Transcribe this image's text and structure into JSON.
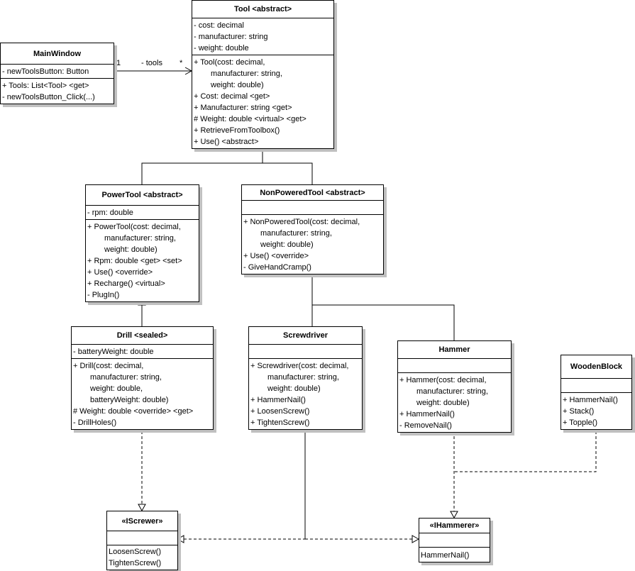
{
  "diagram": {
    "type": "UML class diagram",
    "classes": {
      "mainwindow": {
        "name": "MainWindow",
        "attributes": [
          "- newToolsButton: Button"
        ],
        "operations": [
          "+ Tools: List<Tool> <get>",
          "- newToolsButton_Click(...)"
        ]
      },
      "tool": {
        "name": "Tool <abstract>",
        "attributes": [
          "- cost: decimal",
          "- manufacturer: string",
          "- weight: double"
        ],
        "operations": [
          "+ Tool(cost: decimal,",
          "manufacturer: string,",
          "weight: double)",
          "+ Cost: decimal <get>",
          "+ Manufacturer: string <get>",
          "# Weight: double <virtual> <get>",
          "+ RetrieveFromToolbox()",
          "+ Use() <abstract>"
        ]
      },
      "powertool": {
        "name": "PowerTool <abstract>",
        "attributes": [
          "- rpm: double"
        ],
        "operations": [
          "+ PowerTool(cost: decimal,",
          "manufacturer: string,",
          "weight: double)",
          "+ Rpm: double <get> <set>",
          "+ Use() <override>",
          "+ Recharge() <virtual>",
          "- PlugIn()"
        ]
      },
      "nonpoweredtool": {
        "name": "NonPoweredTool <abstract>",
        "attributes": [],
        "operations": [
          "+ NonPoweredTool(cost: decimal,",
          "manufacturer: string,",
          "weight: double)",
          "+ Use() <override>",
          "- GiveHandCramp()"
        ]
      },
      "drill": {
        "name": "Drill <sealed>",
        "attributes": [
          "- batteryWeight: double"
        ],
        "operations": [
          "+ Drill(cost: decimal,",
          "manufacturer: string,",
          "weight: double,",
          "batteryWeight: double)",
          "# Weight: double <override> <get>",
          "- DrillHoles()"
        ]
      },
      "screwdriver": {
        "name": "Screwdriver",
        "attributes": [],
        "operations": [
          "+ Screwdriver(cost: decimal,",
          "manufacturer: string,",
          "weight: double)",
          "+ HammerNail()",
          "+ LoosenScrew()",
          "+ TightenScrew()"
        ]
      },
      "hammer": {
        "name": "Hammer",
        "attributes": [],
        "operations": [
          "+ Hammer(cost: decimal,",
          "manufacturer: string,",
          "weight: double)",
          "+ HammerNail()",
          "- RemoveNail()"
        ]
      },
      "woodenblock": {
        "name": "WoodenBlock",
        "attributes": [],
        "operations": [
          "+ HammerNail()",
          "+ Stack()",
          "+ Topple()"
        ]
      },
      "iscrewer": {
        "name": "«IScrewer»",
        "attributes": [],
        "operations": [
          "LoosenScrew()",
          "TightenScrew()"
        ]
      },
      "ihammerer": {
        "name": "«IHammerer»",
        "attributes": [],
        "operations": [
          "HammerNail()"
        ]
      }
    },
    "association": {
      "from": "MainWindow",
      "to": "Tool",
      "role": "- tools",
      "source_multiplicity": "1",
      "target_multiplicity": "*"
    },
    "generalizations": [
      {
        "child": "PowerTool",
        "parent": "Tool"
      },
      {
        "child": "NonPoweredTool",
        "parent": "Tool"
      },
      {
        "child": "Drill",
        "parent": "PowerTool"
      },
      {
        "child": "Screwdriver",
        "parent": "NonPoweredTool"
      },
      {
        "child": "Hammer",
        "parent": "NonPoweredTool"
      }
    ],
    "realizations": [
      {
        "class": "Drill",
        "interface": "IScrewer"
      },
      {
        "class": "Screwdriver",
        "interface": "IScrewer"
      },
      {
        "class": "Screwdriver",
        "interface": "IHammerer"
      },
      {
        "class": "Hammer",
        "interface": "IHammerer"
      },
      {
        "class": "WoodenBlock",
        "interface": "IHammerer"
      }
    ],
    "colors": {
      "line": "#000000",
      "box_fill": "#ffffff",
      "shadow": "#c0c0c0"
    }
  }
}
